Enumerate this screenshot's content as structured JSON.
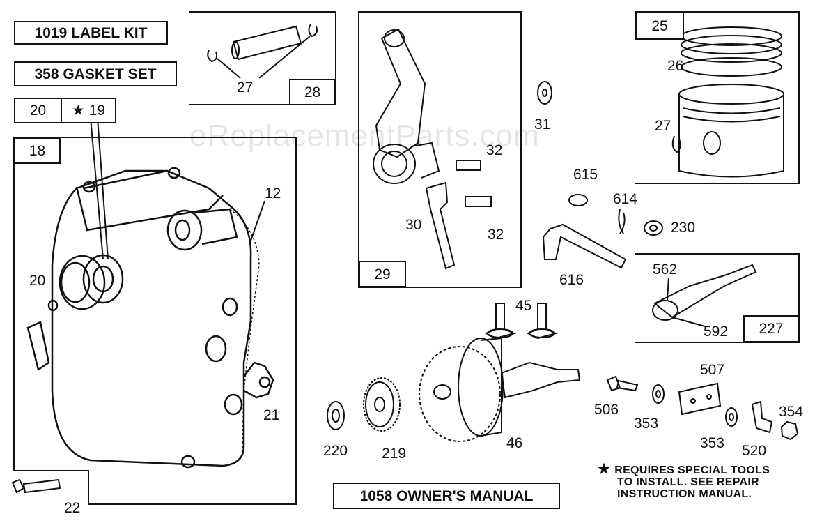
{
  "watermark": "eReplacementParts.com",
  "kits": {
    "label_kit": "1019 LABEL KIT",
    "gasket_set": "358 GASKET SET",
    "owners_manual": "1058 OWNER'S MANUAL"
  },
  "boxes": {
    "b20": "20",
    "b19": "19",
    "b18": "18",
    "b28": "28",
    "b29": "29",
    "b25": "25",
    "b227": "227"
  },
  "star": "★",
  "labels": {
    "l12": "12",
    "l20": "20",
    "l21": "21",
    "l22": "22",
    "l27a": "27",
    "l27b": "27",
    "l26": "26",
    "l30": "30",
    "l31": "31",
    "l32a": "32",
    "l32b": "32",
    "l45": "45",
    "l46": "46",
    "l219": "219",
    "l220": "220",
    "l230": "230",
    "l353a": "353",
    "l353b": "353",
    "l354": "354",
    "l506": "506",
    "l507": "507",
    "l520": "520",
    "l562": "562",
    "l592": "592",
    "l614": "614",
    "l615": "615",
    "l616": "616"
  },
  "note": {
    "line1": "REQUIRES SPECIAL TOOLS",
    "line2": "TO INSTALL.  SEE REPAIR",
    "line3": "INSTRUCTION MANUAL."
  }
}
